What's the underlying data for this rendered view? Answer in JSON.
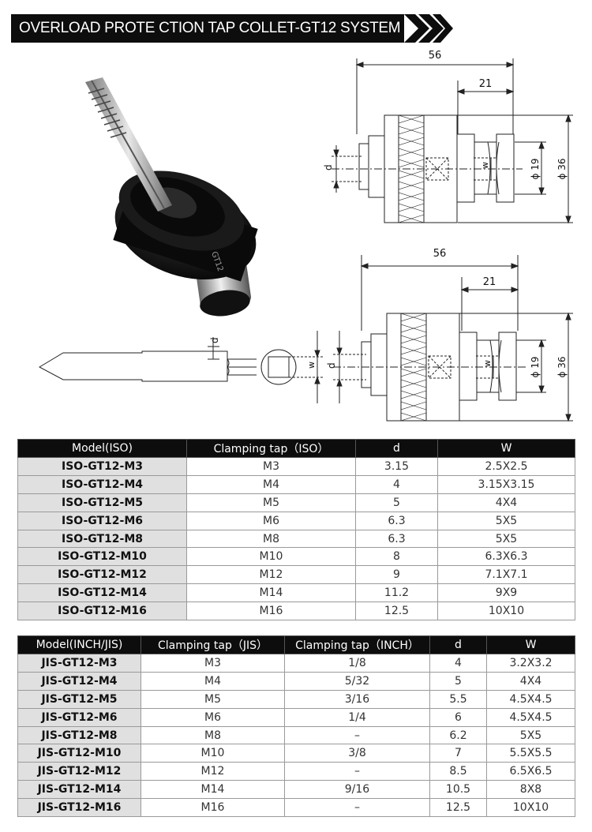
{
  "banner": {
    "title": "OVERLOAD PROTE CTION TAP COLLET-GT12 SYSTEM",
    "color": "#0d0d0d"
  },
  "drawing_top": {
    "total_length": "56",
    "front_length": "21",
    "d_label": "d",
    "w_label": "w",
    "dia_small": "ϕ 19",
    "dia_large": "ϕ 36"
  },
  "drawing_bottom": {
    "total_length": "56",
    "front_length": "21",
    "d_label": "d",
    "w_label": "w",
    "dia_small": "ϕ 19",
    "dia_large": "ϕ 36",
    "tap_d_label": "d",
    "tap_w_label": "w"
  },
  "iso_table": {
    "headers": [
      "Model(ISO)",
      "Clamping tap（ISO）",
      "d",
      "W"
    ],
    "rows": [
      [
        "ISO-GT12-M3",
        "M3",
        "3.15",
        "2.5X2.5"
      ],
      [
        "ISO-GT12-M4",
        "M4",
        "4",
        "3.15X3.15"
      ],
      [
        "ISO-GT12-M5",
        "M5",
        "5",
        "4X4"
      ],
      [
        "ISO-GT12-M6",
        "M6",
        "6.3",
        "5X5"
      ],
      [
        "ISO-GT12-M8",
        "M8",
        "6.3",
        "5X5"
      ],
      [
        "ISO-GT12-M10",
        "M10",
        "8",
        "6.3X6.3"
      ],
      [
        "ISO-GT12-M12",
        "M12",
        "9",
        "7.1X7.1"
      ],
      [
        "ISO-GT12-M14",
        "M14",
        "11.2",
        "9X9"
      ],
      [
        "ISO-GT12-M16",
        "M16",
        "12.5",
        "10X10"
      ]
    ]
  },
  "jis_table": {
    "headers": [
      "Model(INCH/JIS)",
      "Clamping tap（JIS）",
      "Clamping tap（INCH）",
      "d",
      "W"
    ],
    "rows": [
      [
        "JIS-GT12-M3",
        "M3",
        "1/8",
        "4",
        "3.2X3.2"
      ],
      [
        "JIS-GT12-M4",
        "M4",
        "5/32",
        "5",
        "4X4"
      ],
      [
        "JIS-GT12-M5",
        "M5",
        "3/16",
        "5.5",
        "4.5X4.5"
      ],
      [
        "JIS-GT12-M6",
        "M6",
        "1/4",
        "6",
        "4.5X4.5"
      ],
      [
        "JIS-GT12-M8",
        "M8",
        "–",
        "6.2",
        "5X5"
      ],
      [
        "JIS-GT12-M10",
        "M10",
        "3/8",
        "7",
        "5.5X5.5"
      ],
      [
        "JIS-GT12-M12",
        "M12",
        "–",
        "8.5",
        "6.5X6.5"
      ],
      [
        "JIS-GT12-M14",
        "M14",
        "9/16",
        "10.5",
        "8X8"
      ],
      [
        "JIS-GT12-M16",
        "M16",
        "–",
        "12.5",
        "10X10"
      ]
    ]
  },
  "colors": {
    "header_bg": "#0d0d0d",
    "model_cell_bg": "#e0e0e0"
  }
}
